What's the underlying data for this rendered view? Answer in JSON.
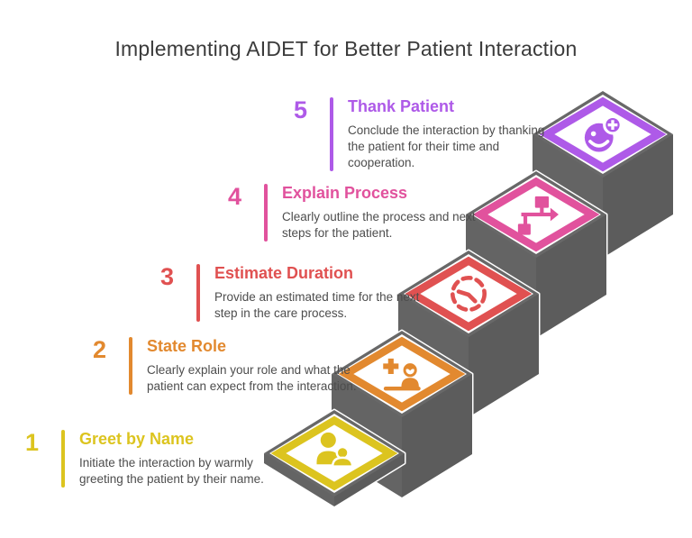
{
  "title": "Implementing AIDET for Better Patient Interaction",
  "palette": {
    "title_text": "#3b3b3b",
    "body_text": "#4d4d4d",
    "platform_gray": "#686868",
    "platform_gray_left": "#646464",
    "platform_gray_right": "#5c5c5c",
    "background": "#ffffff"
  },
  "steps": [
    {
      "number": "1",
      "title": "Greet by Name",
      "description": "Initiate the interaction by warmly greeting the patient by their name.",
      "color": "#dcc41f",
      "icon": "people-icon"
    },
    {
      "number": "2",
      "title": "State Role",
      "description": "Clearly explain your role and what the patient can expect from the interaction.",
      "color": "#e2892f",
      "icon": "medical-staff-icon"
    },
    {
      "number": "3",
      "title": "Estimate Duration",
      "description": "Provide an estimated time for the next step in the care process.",
      "color": "#e05151",
      "icon": "pending-clock-icon"
    },
    {
      "number": "4",
      "title": "Explain Process",
      "description": "Clearly outline the process and next steps for the patient.",
      "color": "#e1529d",
      "icon": "flowchart-icon"
    },
    {
      "number": "5",
      "title": "Thank Patient",
      "description": "Conclude the interaction by thanking the patient for their time and cooperation.",
      "color": "#ae5ae8",
      "icon": "add-smiley-icon"
    }
  ]
}
